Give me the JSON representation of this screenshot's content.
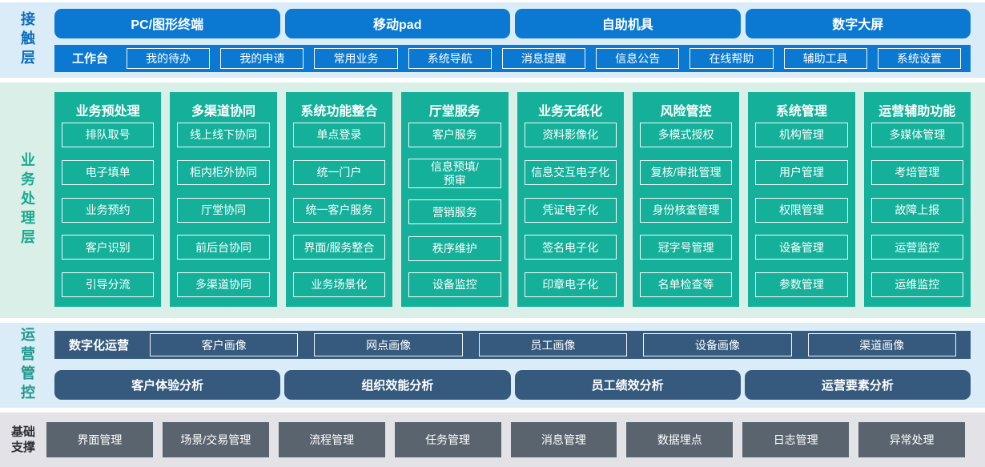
{
  "colors": {
    "primary_blue": "#0b79d2",
    "contact_label_blue": "#0c6cc0",
    "layer_bg_light_blue": "#d9ecf7",
    "business_green": "#14b09a",
    "business_label_green": "#18ab8e",
    "layer_bg_light_green": "#d9efe8",
    "slate_blue": "#365a7d",
    "ops_label_teal": "#1f978c",
    "base_gray": "#5a646f",
    "layer_bg_light_gray": "#e2e2e7",
    "base_label_dark": "#2d2d35"
  },
  "contact_layer": {
    "label": "接触层",
    "terminals": [
      "PC/图形终端",
      "移动pad",
      "自助机具",
      "数字大屏"
    ],
    "workbench": {
      "label": "工作台",
      "items": [
        "我的待办",
        "我的申请",
        "常用业务",
        "系统导航",
        "消息提醒",
        "信息公告",
        "在线帮助",
        "辅助工具",
        "系统设置"
      ]
    }
  },
  "business_layer": {
    "label": "业务处理层",
    "columns": [
      {
        "title": "业务预处理",
        "items": [
          "排队取号",
          "电子填单",
          "业务预约",
          "客户识别",
          "引导分流"
        ]
      },
      {
        "title": "多渠道协同",
        "items": [
          "线上线下协同",
          "柜内柜外协同",
          "厅堂协同",
          "前后台协同",
          "多渠道协同"
        ]
      },
      {
        "title": "系统功能整合",
        "items": [
          "单点登录",
          "统一门户",
          "统一客户服务",
          "界面/服务整合",
          "业务场景化"
        ]
      },
      {
        "title": "厅堂服务",
        "items": [
          "客户服务",
          "信息预填/\n预审",
          "营销服务",
          "秩序维护",
          "设备监控"
        ]
      },
      {
        "title": "业务无纸化",
        "items": [
          "资料影像化",
          "信息交互电子化",
          "凭证电子化",
          "签名电子化",
          "印章电子化"
        ]
      },
      {
        "title": "风险管控",
        "items": [
          "多模式授权",
          "复核/审批管理",
          "身份核查管理",
          "冠字号管理",
          "名单检查等"
        ]
      },
      {
        "title": "系统管理",
        "items": [
          "机构管理",
          "用户管理",
          "权限管理",
          "设备管理",
          "参数管理"
        ]
      },
      {
        "title": "运营辅助功能",
        "items": [
          "多媒体管理",
          "考培管理",
          "故障上报",
          "运营监控",
          "运维监控"
        ]
      }
    ]
  },
  "operations_layer": {
    "label": "运营管控",
    "digital": {
      "label": "数字化运营",
      "items": [
        "客户画像",
        "网点画像",
        "员工画像",
        "设备画像",
        "渠道画像"
      ]
    },
    "analysis": [
      "客户体验分析",
      "组织效能分析",
      "员工绩效分析",
      "运营要素分析"
    ]
  },
  "base_layer": {
    "label": "基础\n支撑",
    "items": [
      "界面管理",
      "场景/交易管理",
      "流程管理",
      "任务管理",
      "消息管理",
      "数据埋点",
      "日志管理",
      "异常处理"
    ]
  }
}
